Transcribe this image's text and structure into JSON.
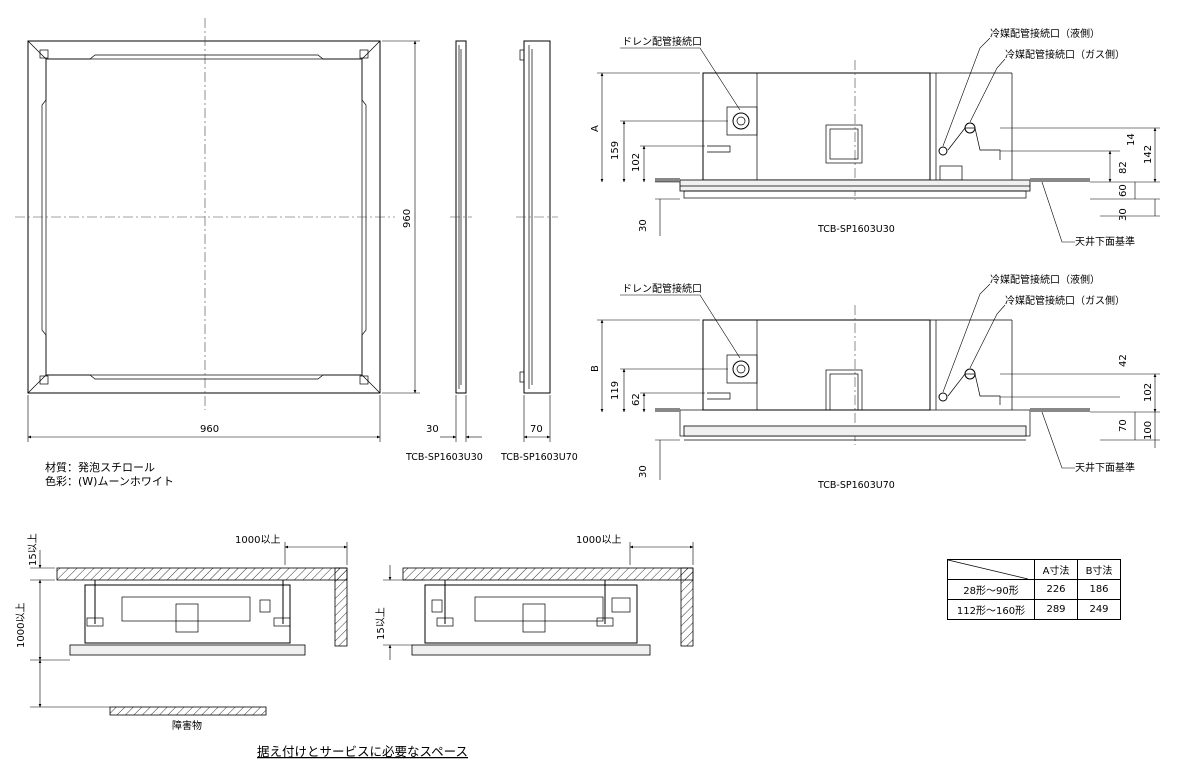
{
  "views": {
    "square": {
      "width_dim": "960",
      "height_dim": "960"
    },
    "side_u30": {
      "width_dim": "30",
      "caption": "TCB-SP1603U30"
    },
    "side_u70": {
      "width_dim": "70",
      "caption": "TCB-SP1603U70"
    }
  },
  "material": {
    "line1": "材質：発泡スチロール",
    "line2": "色彩：(W)ムーンホワイト"
  },
  "elevation_u30": {
    "caption": "TCB-SP1603U30",
    "drain_label": "ドレン配管接続口",
    "liquid_label": "冷媒配管接続口（液側）",
    "gas_label": "冷媒配管接続口（ガス側）",
    "ceiling_label": "天井下面基準",
    "dims": {
      "a": "A",
      "d159": "159",
      "d102": "102",
      "d30": "30",
      "d14": "14",
      "d82": "82",
      "d142": "142",
      "d60": "60",
      "d30r": "30"
    }
  },
  "elevation_u70": {
    "caption": "TCB-SP1603U70",
    "drain_label": "ドレン配管接続口",
    "liquid_label": "冷媒配管接続口（液側）",
    "gas_label": "冷媒配管接続口（ガス側）",
    "ceiling_label": "天井下面基準",
    "dims": {
      "b": "B",
      "d119": "119",
      "d62": "62",
      "d30": "30",
      "d42": "42",
      "d102": "102",
      "d70": "70",
      "d100": "100"
    }
  },
  "service": {
    "left": {
      "d1000": "1000以上",
      "d15": "15以上",
      "d1000v": "1000以上",
      "obstacle": "障害物"
    },
    "right": {
      "d1000": "1000以上",
      "d15": "15以上"
    },
    "title": "据え付けとサービスに必要なスペース"
  },
  "dim_table": {
    "header": [
      "",
      "A寸法",
      "B寸法"
    ],
    "rows": [
      [
        "28形～90形",
        "226",
        "186"
      ],
      [
        "112形～160形",
        "289",
        "249"
      ]
    ]
  }
}
